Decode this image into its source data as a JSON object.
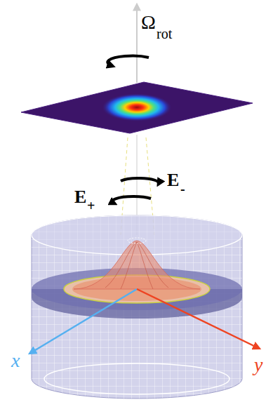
{
  "diagram": {
    "labels": [
      "Ω",
      "rot",
      "E",
      "-",
      "E",
      "+",
      "x",
      "y"
    ]
  }
}
